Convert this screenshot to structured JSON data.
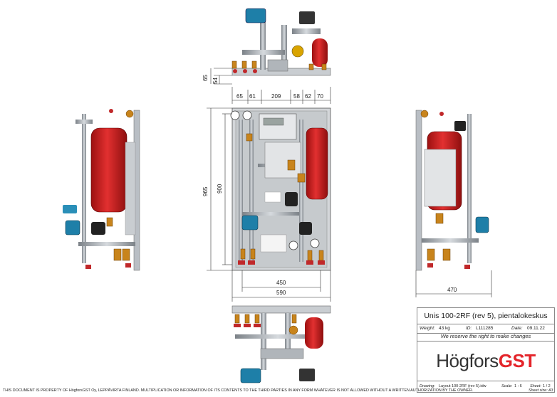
{
  "dimensions": {
    "top_height_a": "65",
    "top_height_b": "54",
    "top_seg": [
      "65",
      "61",
      "209",
      "58",
      "62",
      "70"
    ],
    "front_height_outer": "965",
    "front_height_inner": "900",
    "front_width_inner": "450",
    "front_width_outer": "590",
    "side_width": "470"
  },
  "title_block": {
    "title": "Unis 100-2RF (rev 5), pientalokeskus",
    "weight_label": "Weight:",
    "weight_value": "43 kg",
    "id_label": "ID:",
    "id_value": "L111285",
    "date_label": "Date:",
    "date_value": "09.11.22",
    "notice": "We reserve the right to make changes",
    "logo_main": "Högfors",
    "logo_accent": "GST",
    "drawing_label": "Drawing:",
    "drawing_value": "Layout 100-2RF (rev 5).idw",
    "scale_label": "Scale:",
    "scale_value": "1 : 6",
    "sheet_label": "Sheet:",
    "sheet_value": "1 / 2"
  },
  "footer": "THIS DOCUMENT IS PROPERTY OF HögforsGST Oy, LEPPÄVIRTA FINLAND. MULTIPLICATION OR INFORMATION OF ITS CONTENTS TO THE THIRD PARTIES IN ANY FORM WHATEVER IS NOT ALLOWED WITHOUT A WRITTEN AUTHORIZATION BY THE OWNER.",
  "sheet_size": "Sheet size: A3",
  "colors": {
    "tank": "#d42020",
    "pump": "#1e7fa8",
    "valve": "#c8841c",
    "pipe": "#9aa0a6",
    "frame": "#b9bec4",
    "brand_red": "#e4252b"
  }
}
